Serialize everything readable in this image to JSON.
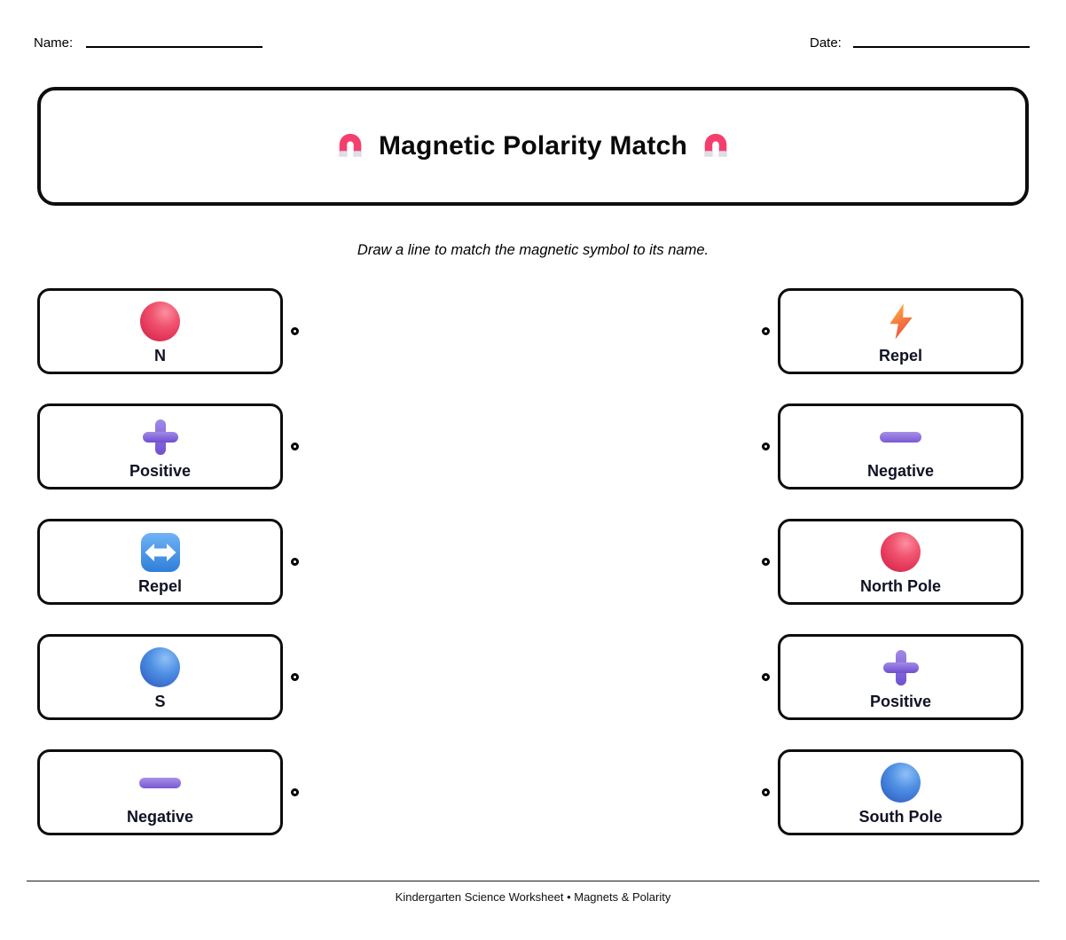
{
  "worksheet": {
    "name_label": "Name:",
    "date_label": "Date:",
    "title": "Magnetic Polarity Match",
    "instruction": "Draw a line to match the magnetic symbol to its name.",
    "footer": "Kindergarten Science Worksheet • Magnets & Polarity"
  },
  "left_column": [
    {
      "icon": "red-sphere-icon",
      "label": "N"
    },
    {
      "icon": "purple-plus-icon",
      "label": "Positive"
    },
    {
      "icon": "blue-arrows-icon",
      "label": "Repel"
    },
    {
      "icon": "blue-sphere-icon",
      "label": "S"
    },
    {
      "icon": "purple-minus-icon",
      "label": "Negative"
    }
  ],
  "right_column": [
    {
      "icon": "orange-lightning-icon",
      "label": "Repel"
    },
    {
      "icon": "purple-minus-icon",
      "label": "Negative"
    },
    {
      "icon": "red-sphere-icon",
      "label": "North Pole"
    },
    {
      "icon": "purple-plus-icon",
      "label": "Positive"
    },
    {
      "icon": "blue-sphere-icon",
      "label": "South Pole"
    }
  ],
  "colors": {
    "magnet_pink": "#f43f6e",
    "magnet_tip_silver": "#dcdfe7",
    "sphere_red": "#e63a5c",
    "sphere_blue": "#3f7fd9",
    "plus_minus_purple": "#8b6fd8",
    "arrow_square_blue": "#3f8fe8",
    "lightning_orange": "#f4793f",
    "ink": "#000000"
  }
}
